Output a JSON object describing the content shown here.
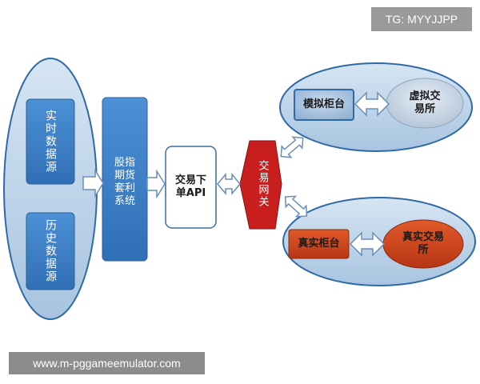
{
  "watermark_top": "TG: MYYJJPP",
  "watermark_bottom": "www.m-pggameemulator.com",
  "nodes": {
    "realtime": "实时数据源",
    "history": "历史数据源",
    "system": "股指期货套利系统",
    "order_api": "交易下\n单API",
    "gateway": "交易网关",
    "sim_counter": "模拟柜台",
    "virtual_exchange": "虚拟交\n易所",
    "real_counter": "真实柜台",
    "real_exchange": "真实交易\n所"
  },
  "colors": {
    "ellipse_fill": "#b4cde6",
    "ellipse_stroke": "#2e6aa8",
    "blue_box": "#3b7fc6",
    "gateway_red": "#c81e1e",
    "orange": "#d2451b",
    "arrow_fill": "#ffffff",
    "arrow_stroke": "#6a8db7"
  }
}
